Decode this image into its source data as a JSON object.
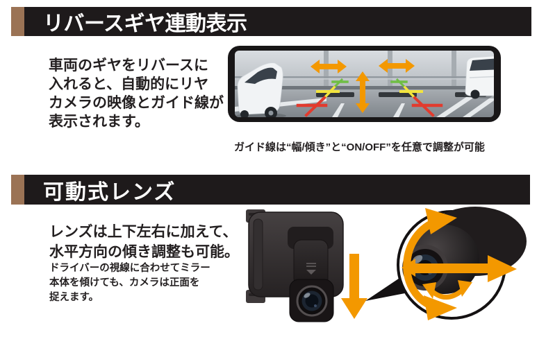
{
  "colors": {
    "accent_brown": "#9b7355",
    "bar_black": "#1e1a1b",
    "text_dark": "#231f20",
    "arrow_orange": "#f39800",
    "guide_green": "#6fbe44",
    "guide_yellow": "#f2e43d",
    "guide_red": "#e23b2e"
  },
  "section1": {
    "title": "リバースギヤ連動表示",
    "body": "車両のギヤをリバースに\n入れると、自動的にリヤ\nカメラの映像とガイド線が\n表示されます。",
    "caption": "ガイド線は“幅/傾き”と“ON/OFF”を任意で調整が可能",
    "icons": [
      "rearview-mirror-display",
      "guide-width-arrow-left",
      "guide-width-arrow-right",
      "guide-height-arrow",
      "parking-guide-lines"
    ]
  },
  "section2": {
    "title": "可動式レンズ",
    "lead": "レンズは上下左右に加えて、\n水平方向の傾き調整も可能。",
    "body": "ドライバーの視線に合わせてミラー\n本体を傾けても、カメラは正面を\n捉えます。",
    "icons": [
      "mirror-camera-unit",
      "lens-down-arrow",
      "magnifier-pointer",
      "lens-closeup-magnifier",
      "lens-rotate-arrows"
    ]
  }
}
